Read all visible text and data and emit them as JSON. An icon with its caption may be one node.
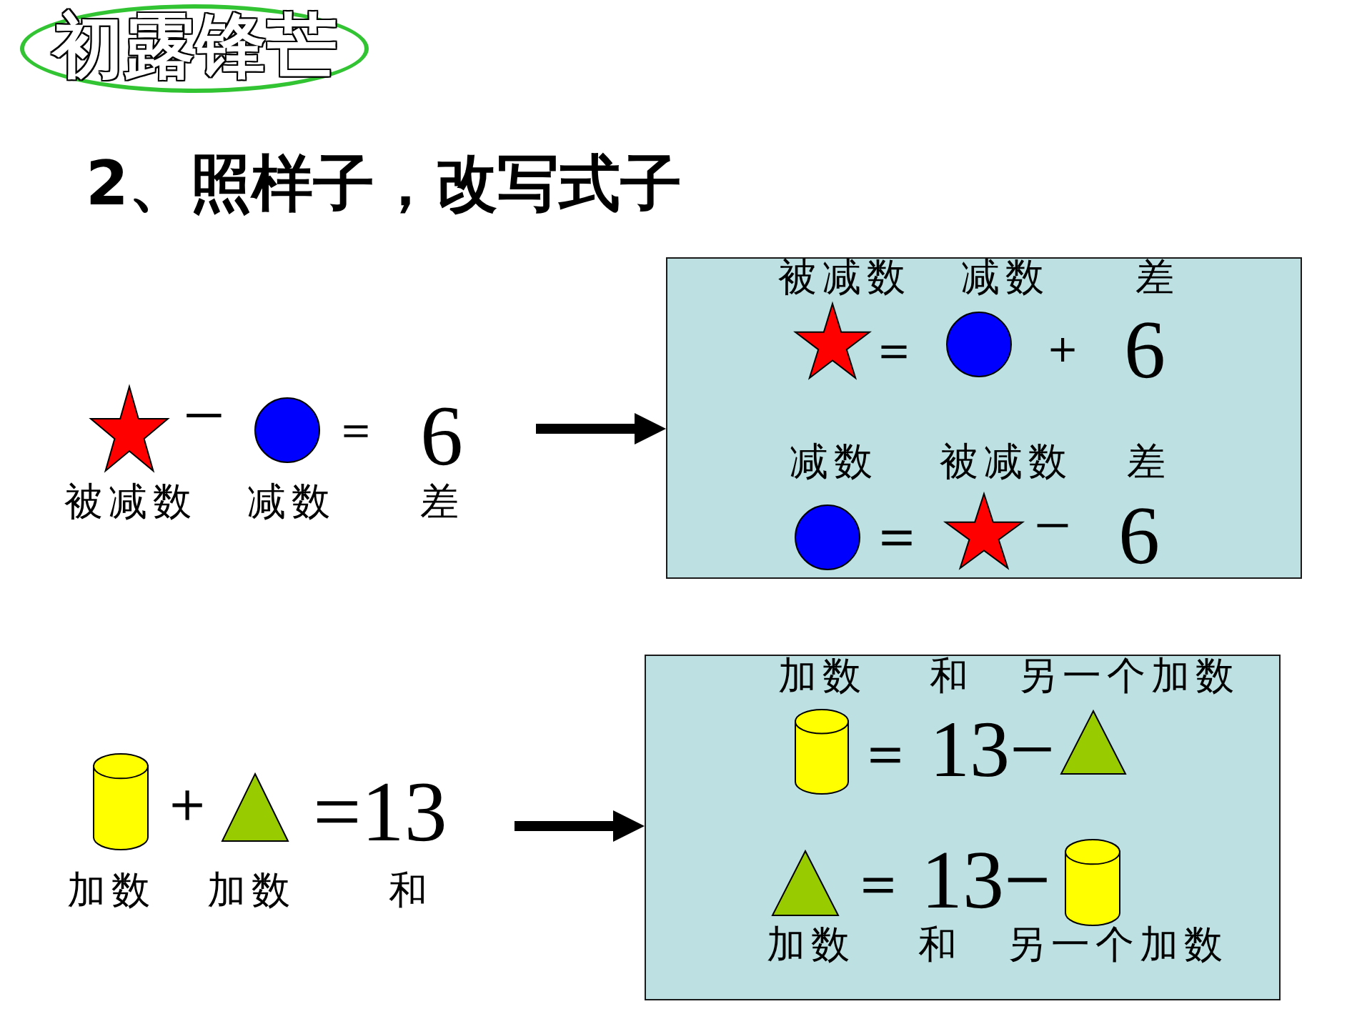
{
  "diagram": {
    "title": "2、照样子，改写式子",
    "nodes": [
      {
        "text": [
          "初露锋芒"
        ]
      },
      {
        "text": [
          "−",
          "＝",
          "6",
          "被减数",
          "减数",
          "差"
        ]
      },
      {
        "text": [
          "被减数",
          "减数",
          "差",
          "＝",
          "＋",
          "6",
          "减数",
          "被减数",
          "差",
          "＝",
          "−",
          "6"
        ]
      },
      {
        "text": [
          "＋",
          "=13",
          "加数",
          "加数",
          "和"
        ]
      },
      {
        "text": [
          "加数",
          "和",
          "另一个加数",
          "＝",
          "13−",
          "＝",
          "13−",
          "加数",
          "和",
          "另一个加数"
        ]
      }
    ],
    "edges": [
      {
        "from": 1,
        "to": 2,
        "arrow": "to"
      },
      {
        "from": 3,
        "to": 4,
        "arrow": "to"
      }
    ]
  }
}
